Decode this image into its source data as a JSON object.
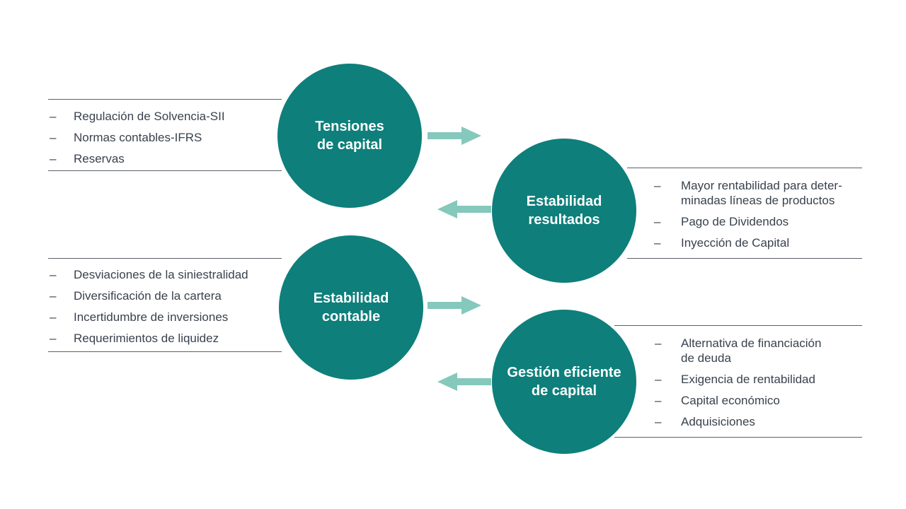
{
  "bullet": "–",
  "colors": {
    "circle": "#0e7f7b",
    "arrow": "#85c8bc",
    "text": "#39424d",
    "rule": "#5b6066",
    "background": "#ffffff"
  },
  "circles": [
    {
      "label": "Tensiones\nde capital"
    },
    {
      "label": "Estabilidad\nresultados"
    },
    {
      "label": "Estabilidad\ncontable"
    },
    {
      "label": "Gestión eficiente\nde capital"
    }
  ],
  "lists": [
    {
      "items": [
        "Regulación de Solvencia-SII",
        "Normas contables-IFRS",
        "Reservas"
      ]
    },
    {
      "items": [
        "Mayor rentabilidad para deter-\nminadas líneas de productos",
        "Pago de Dividendos",
        "Inyección de Capital"
      ]
    },
    {
      "items": [
        "Desviaciones de la siniestralidad",
        "Diversificación de la cartera",
        "Incertidumbre de inversiones",
        "Requerimientos de liquidez"
      ]
    },
    {
      "items": [
        "Alternativa de financiación\nde deuda",
        "Exigencia de rentabilidad",
        "Capital económico",
        "Adquisiciones"
      ]
    }
  ]
}
